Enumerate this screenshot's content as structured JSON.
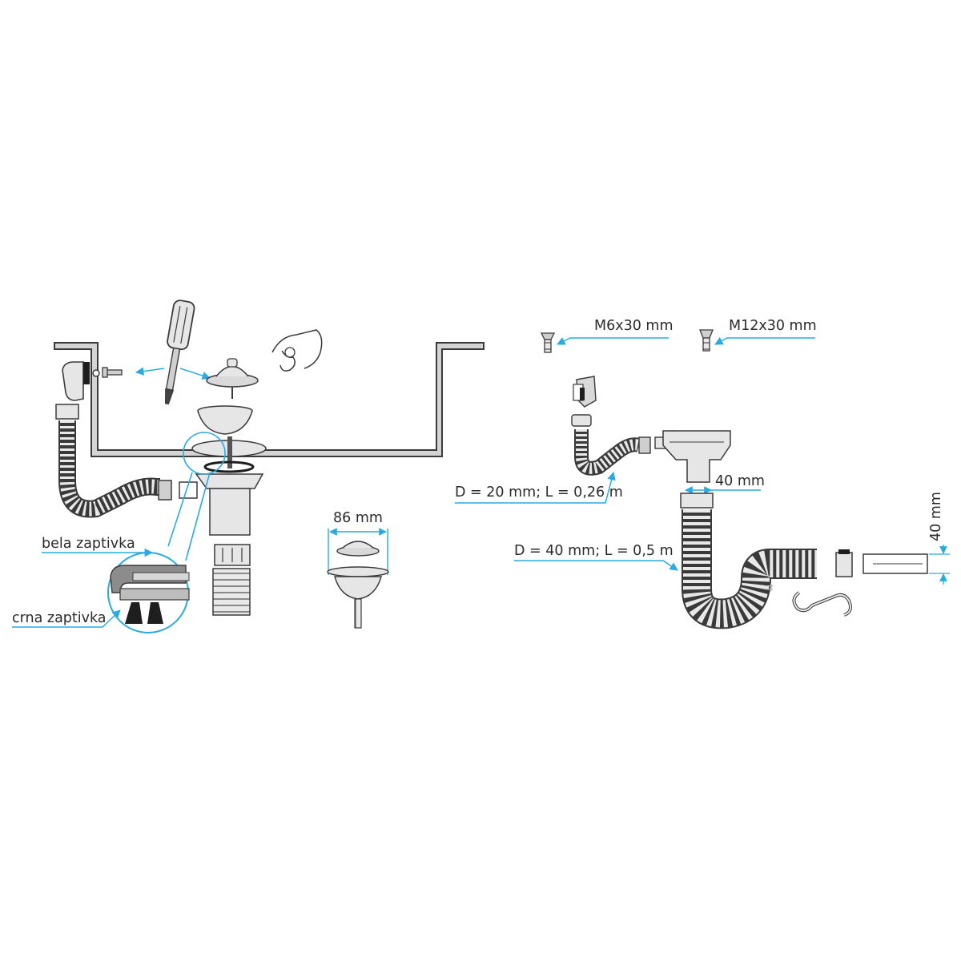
{
  "labels": {
    "white_seal": "bela zaptivka",
    "black_seal": "crna zaptivka",
    "strainer_diameter": "86 mm",
    "screw_small": "M6x30 mm",
    "screw_large": "M12x30 mm",
    "small_hose": "D = 20 mm; L = 0,26 m",
    "outlet_diameter": "40 mm",
    "main_hose": "D = 40 mm; L = 0,5 m",
    "outlet_height": "40 mm"
  },
  "colors": {
    "callout": "#29abe2",
    "outline": "#3a3a3a",
    "fill_light": "#e6e6e6",
    "fill_mid": "#bdbdbd",
    "fill_dark": "#1e1e1e"
  }
}
